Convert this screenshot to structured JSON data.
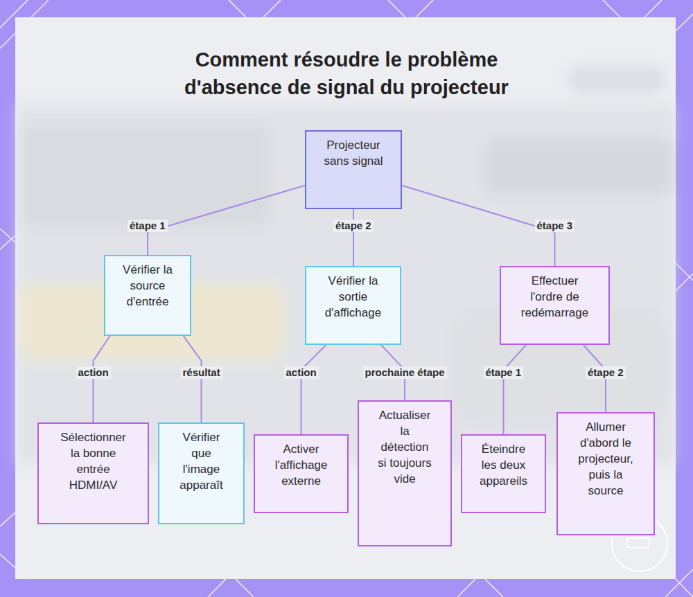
{
  "diagram": {
    "title": "Comment résoudre le problème d'absence de signal du projecteur",
    "nodes": [
      {
        "text": [
          "Projecteur sans signal"
        ]
      },
      {
        "text": [
          "Vérifier la source d'entrée"
        ]
      },
      {
        "text": [
          "Vérifier la sortie d'affichage"
        ]
      },
      {
        "text": [
          "Effectuer l'ordre de redémarrage"
        ]
      },
      {
        "text": [
          "Sélectionner la bonne entrée HDMI/AV"
        ]
      },
      {
        "text": [
          "Vérifier que l'image apparaît"
        ]
      },
      {
        "text": [
          "Activer l'affichage externe"
        ]
      },
      {
        "text": [
          "Actualiser la détection si toujours vide"
        ]
      },
      {
        "text": [
          "Éteindre les deux appareils"
        ]
      },
      {
        "text": [
          "Allumer d'abord le projecteur, puis la source"
        ]
      }
    ],
    "edges": [
      {
        "from": 0,
        "to": 1,
        "label": "étape 1",
        "arrow": "none"
      },
      {
        "from": 0,
        "to": 2,
        "label": "étape 2",
        "arrow": "none"
      },
      {
        "from": 0,
        "to": 3,
        "label": "étape 3",
        "arrow": "none"
      },
      {
        "from": 1,
        "to": 4,
        "label": "action",
        "arrow": "none"
      },
      {
        "from": 1,
        "to": 5,
        "label": "résultat",
        "arrow": "none"
      },
      {
        "from": 2,
        "to": 6,
        "label": "action",
        "arrow": "none"
      },
      {
        "from": 2,
        "to": 7,
        "label": "prochaine étape",
        "arrow": "none"
      },
      {
        "from": 3,
        "to": 8,
        "label": "étape 1",
        "arrow": "none"
      },
      {
        "from": 3,
        "to": 9,
        "label": "étape 2",
        "arrow": "none"
      }
    ]
  }
}
